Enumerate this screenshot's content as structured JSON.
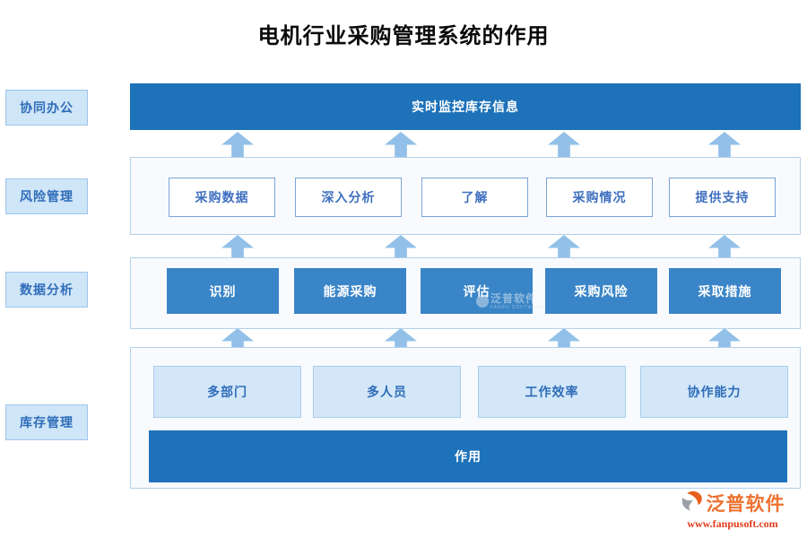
{
  "title": "电机行业采购管理系统的作用",
  "side_labels": [
    {
      "label": "协同办公"
    },
    {
      "label": "风险管理"
    },
    {
      "label": "数据分析"
    },
    {
      "label": "库存管理"
    }
  ],
  "rows": {
    "top_banner": "实时监控库存信息",
    "outline_row": [
      "采购数据",
      "深入分析",
      "了解",
      "采购情况",
      "提供支持"
    ],
    "solid_row": [
      "识别",
      "能源采购",
      "评估",
      "采购风险",
      "采取措施"
    ],
    "light_row": [
      "多部门",
      "多人员",
      "工作效率",
      "协作能力"
    ],
    "bottom_banner": "作用"
  },
  "watermark": {
    "text": "泛普软件",
    "subtext": "FANPU SOFTWARE"
  },
  "logo": {
    "name": "泛普软件",
    "url": "www.fanpusoft.com"
  },
  "colors": {
    "banner_blue": "#1d72b9",
    "solid_box_blue": "#3a85c7",
    "light_box_blue": "#d3e7f9",
    "container_border": "#b3d0ec",
    "arrow_blue": "#92c0e8",
    "label_text_blue": "#2f6db8",
    "logo_orange": "#ed7231",
    "logo_url_red": "#e13b1a"
  }
}
